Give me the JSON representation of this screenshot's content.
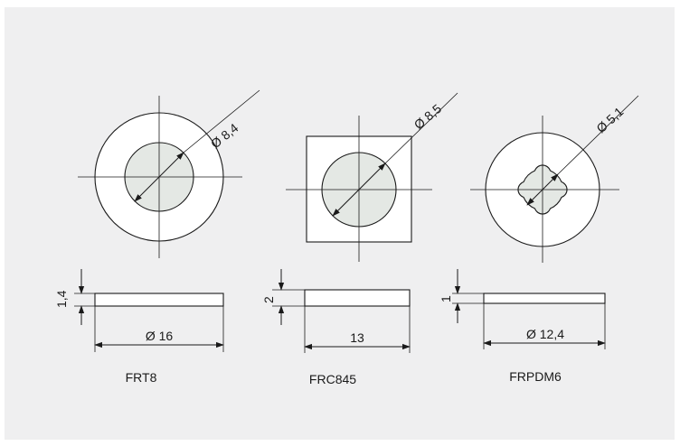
{
  "colors": {
    "background": "#efeff0",
    "part_fill": "#ffffff",
    "hole_fill": "#e4e8e4",
    "line": "#1a1a1a"
  },
  "parts": [
    {
      "shape": "round-washer",
      "hole_diameter_label": "Ø 8,4",
      "thickness_label": "1,4",
      "outer_dimension_label": "Ø 16",
      "name": "FRT8"
    },
    {
      "shape": "square-washer",
      "hole_diameter_label": "Ø 8,5",
      "thickness_label": "2",
      "outer_dimension_label": "13",
      "name": "FRC845"
    },
    {
      "shape": "round-washer-lobed-hole",
      "hole_diameter_label": "Ø 5,1",
      "thickness_label": "1",
      "outer_dimension_label": "Ø 12,4",
      "name": "FRPDM6"
    }
  ]
}
